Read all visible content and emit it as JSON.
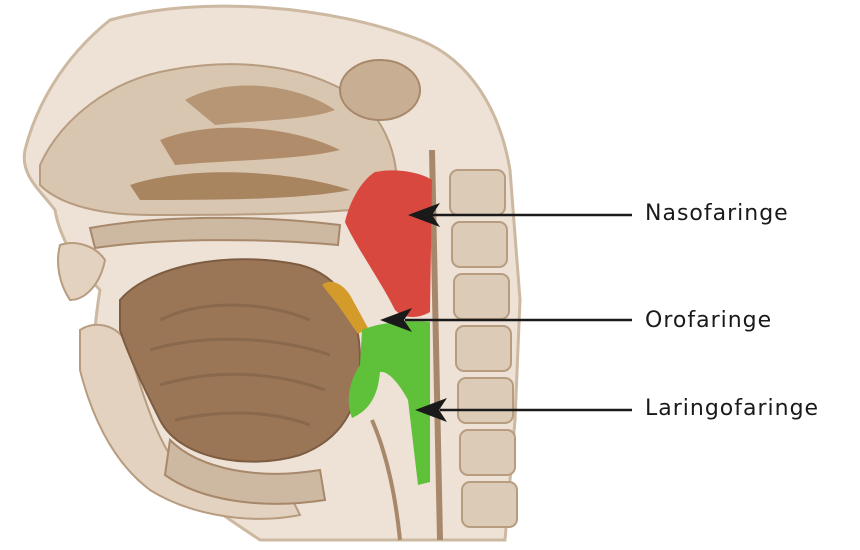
{
  "labels": {
    "nasofaringe": "Nasofaringe",
    "orofaringe": "Orofaringe",
    "laringofaringe": "Laringofaringe"
  },
  "colors": {
    "background": "#ffffff",
    "tissue_light": "#e9dccd",
    "tissue_mid": "#cdb8a1",
    "tissue_dark": "#a7886b",
    "tongue": "#9a7657",
    "nasopharynx": "#d9483e",
    "oropharynx_laryngopharynx": "#5fc13a",
    "uvula_highlight": "#d49a2a",
    "arrow": "#1a1a1a"
  }
}
